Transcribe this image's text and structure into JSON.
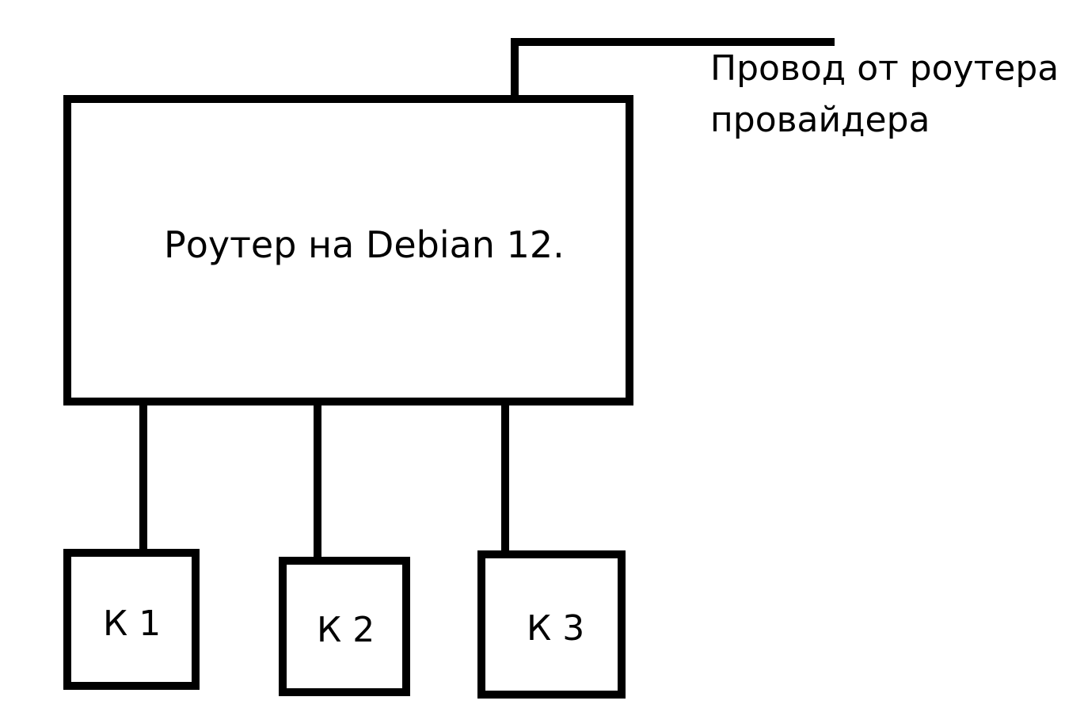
{
  "diagram": {
    "router": {
      "label": "Роутер на Debian 12."
    },
    "uplink": {
      "label_line1": "Провод от роутера",
      "label_line2": "провайдера"
    },
    "computers": [
      {
        "label": "К 1"
      },
      {
        "label": "К 2"
      },
      {
        "label": "К 3"
      }
    ]
  },
  "colors": {
    "stroke": "#000000",
    "background": "#ffffff"
  }
}
